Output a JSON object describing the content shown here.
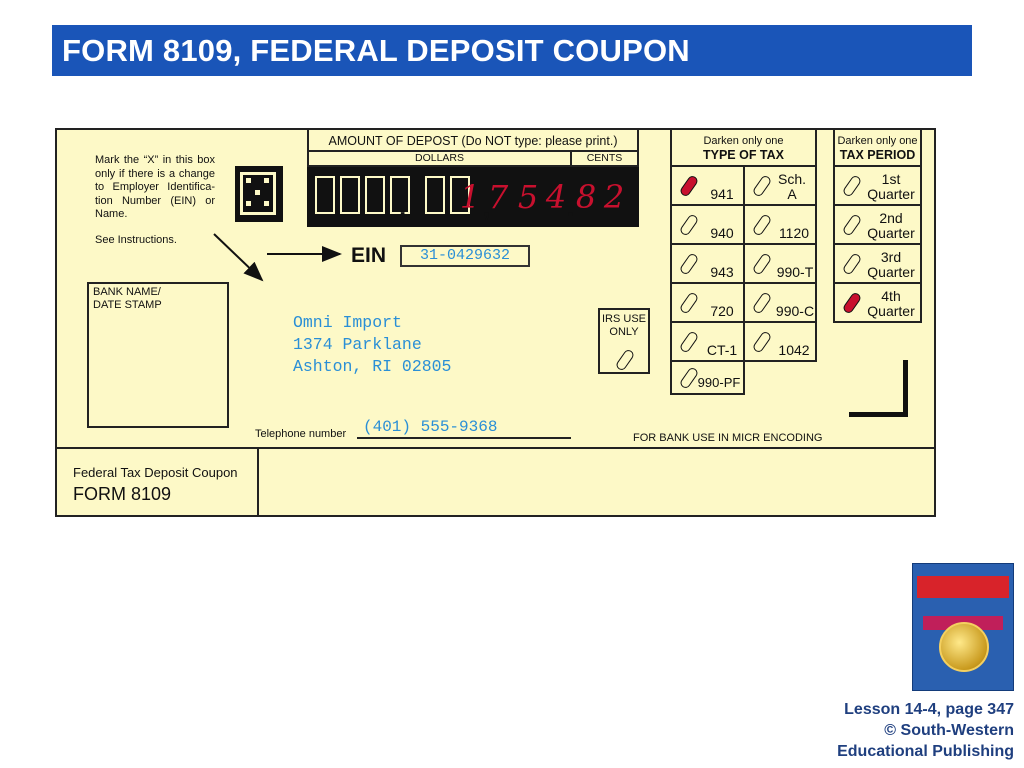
{
  "title": "FORM 8109, FEDERAL DEPOSIT COUPON",
  "instructions": "Mark the “X” in this box only if there is a change to Employer Identifica-tion Number (EIN) or Name.",
  "see_instructions": "See Instructions.",
  "amount_header": "AMOUNT OF DEPOST (Do NOT type: please print.)",
  "dollars_header": "DOLLARS",
  "cents_header": "CENTS",
  "amount_digits": [
    "1",
    "7",
    "5",
    "4",
    "8",
    "2"
  ],
  "ein_label": "EIN",
  "ein_value": "31-0429632",
  "bank_label": "BANK NAME/ DATE STAMP",
  "address": {
    "line1": "Omni Import",
    "line2": "1374 Parklane",
    "line3": "Ashton, RI 02805"
  },
  "irs_use_label": "IRS USE ONLY",
  "telephone_label": "Telephone number",
  "telephone_value": "(401) 555-9368",
  "bank_micr_label": "FOR BANK USE IN MICR ENCODING",
  "coupon_label": "Federal Tax Deposit Coupon",
  "form_label": "FORM 8109",
  "type_of_tax": {
    "instruction": "Darken only one",
    "header": "TYPE OF TAX",
    "options": [
      {
        "label": "941",
        "selected": true
      },
      {
        "label": "Sch. A",
        "selected": false
      },
      {
        "label": "940",
        "selected": false
      },
      {
        "label": "1120",
        "selected": false
      },
      {
        "label": "943",
        "selected": false
      },
      {
        "label": "990-T",
        "selected": false
      },
      {
        "label": "720",
        "selected": false
      },
      {
        "label": "990-C",
        "selected": false
      },
      {
        "label": "CT-1",
        "selected": false
      },
      {
        "label": "1042",
        "selected": false
      },
      {
        "label": "990-PF",
        "selected": false
      }
    ]
  },
  "tax_period": {
    "instruction": "Darken only one",
    "header": "TAX PERIOD",
    "options": [
      {
        "label": "1st Quarter",
        "selected": false
      },
      {
        "label": "2nd Quarter",
        "selected": false
      },
      {
        "label": "3rd Quarter",
        "selected": false
      },
      {
        "label": "4th Quarter",
        "selected": true
      }
    ]
  },
  "credit": {
    "line1": "Lesson 14-4, page 347",
    "line2": "© South-Western",
    "line3": "Educational Publishing"
  },
  "colors": {
    "title_bg": "#1a55b8",
    "form_bg": "#fdf9c7",
    "filled_mark": "#c8102e",
    "entry_text": "#2a8fd6"
  }
}
